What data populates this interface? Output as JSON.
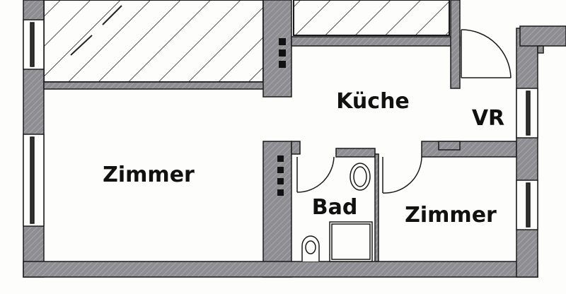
{
  "rooms": {
    "kitchen": "Küche",
    "hallway": "VR",
    "room_left": "Zimmer",
    "bathroom": "Bad",
    "room_right": "Zimmer"
  },
  "colors": {
    "wall": "#8e8e92",
    "line": "#1a1a1a",
    "background": "#fdfdfb"
  }
}
